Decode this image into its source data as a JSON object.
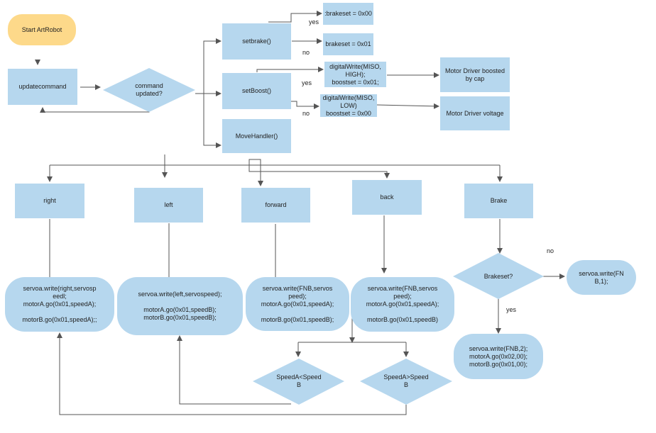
{
  "nodes": {
    "start": "Start ArtRobot",
    "updatecommand": "updatecommand",
    "command_updated": "command\nupdated?",
    "setbrake": "setbrake()",
    "brakeset_00": ":brakeset = 0x00",
    "brakeset_01": "brakeset = 0x01",
    "setboost": "setBoost()",
    "dw_high": "digitalWrite(MISO,\nHIGH);\nboostset = 0x01;",
    "dw_low": "digitalWrite(MISO,\nLOW)\nboostset = 0x00",
    "motor_boosted": "Motor Driver boosted\nby cap",
    "motor_voltage": "Motor Driver  voltage",
    "movehandler": "MoveHandler()",
    "right": "right",
    "left": "left",
    "forward": "forward",
    "back": "back",
    "brake": "Brake",
    "right_code": "servoa.write(right,servosp\needl;\nmotorA.go(0x01,speedA);\n\nmotorB.go(0x01,speedA);;",
    "left_code": "servoa.write(left,servospeed);\n\nmotorA.go(0x01,speedB);\nmotorB.go(0x01,speedB);",
    "forward_code": "servoa.write(FNB,servos\npeed);\nmotorA.go(0x01,speedA);\n\nmotorB.go(0x01,speedB);",
    "back_code": "servoa.write(FNB,servos\npeed);\nmotorA.go(0x01,speedA);\n\nmotorB.go(0x01,speedB)",
    "brakeset_q": "Brakeset?",
    "brake_no_code": "servoa.write(FN\nB,1);",
    "brake_yes_code": "servoa.write(FNB,2);\nmotorA.go(0x02,00);\nmotorB.go(0x01,00);",
    "speed_lt": "SpeedA<Speed\nB",
    "speed_gt": "SpeedA>Speed\nB"
  },
  "edge_labels": {
    "brake_yes": "yes",
    "brake_no": "no",
    "boost_yes": "yes",
    "boost_no": "no",
    "brakeset_no": "no",
    "brakeset_yes": "yes"
  },
  "colors": {
    "node_fill": "#b6d7ee",
    "start_fill": "#fdd98a",
    "edge": "#555555"
  }
}
